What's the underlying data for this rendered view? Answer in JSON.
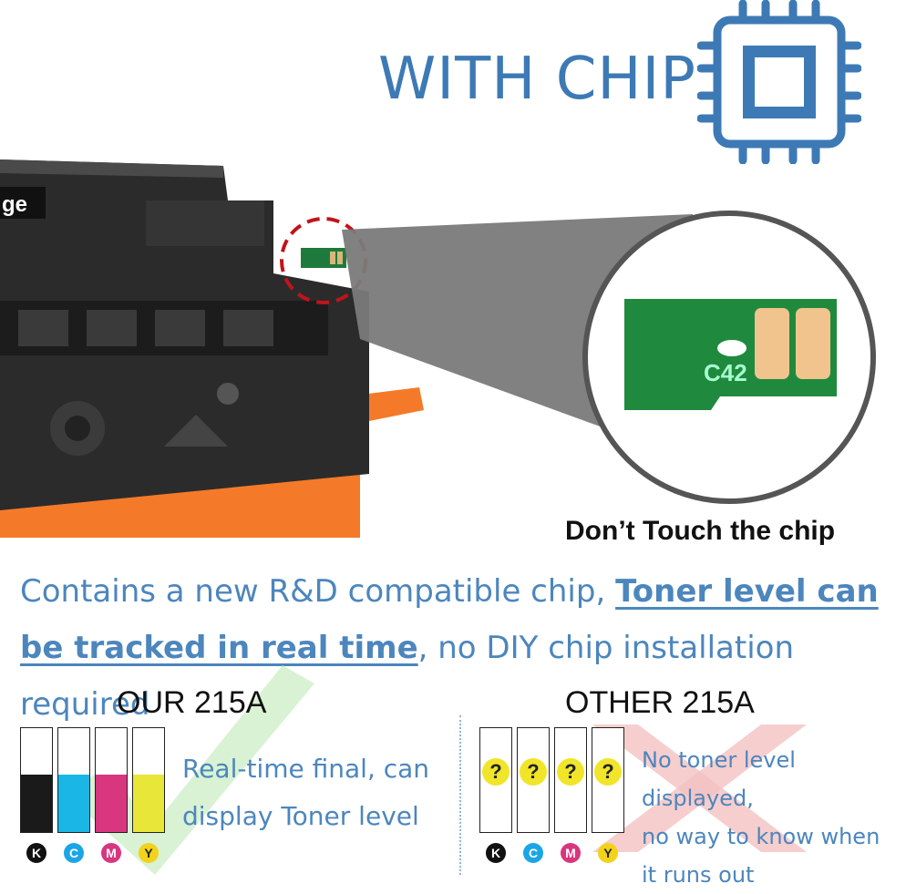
{
  "header": {
    "title": "WITH CHIP"
  },
  "illustration": {
    "chip_label": "C42",
    "cartridge_partial_label": "ge"
  },
  "caption": "Don’t Touch the chip",
  "description": {
    "part1": "Contains a new R&D compatible chip, ",
    "highlight": "Toner level can be tracked in real time",
    "part2": ", no DIY chip installation required"
  },
  "ours": {
    "title": "OUR 215A",
    "note_line1": "Real-time final, can",
    "note_line2": "display Toner level",
    "labels": [
      "K",
      "C",
      "M",
      "Y"
    ],
    "levels": [
      0.55,
      0.55,
      0.55,
      0.55
    ],
    "colors": [
      "#1a1a1a",
      "#19b6e6",
      "#d8367e",
      "#e9e63a"
    ]
  },
  "other": {
    "title": "OTHER 215A",
    "note_line1": "No toner level displayed,",
    "note_line2": "no way to know when",
    "note_line3": "it runs out",
    "labels": [
      "K",
      "C",
      "M",
      "Y"
    ],
    "unknown_symbol": "?"
  },
  "label_colors": [
    "#111111",
    "#1aa6e6",
    "#d8367e",
    "#f2d21b"
  ],
  "accent": "#3d7ab5"
}
